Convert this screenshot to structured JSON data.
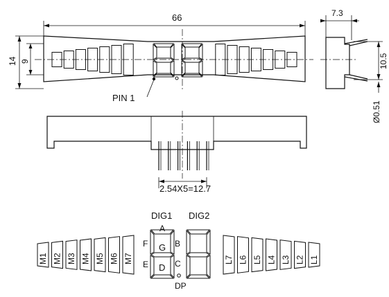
{
  "dimensions": {
    "width_label": "66",
    "height_outer_label": "14",
    "height_inner_label": "9",
    "side_width_label": "7.3",
    "side_height_label": "10.5",
    "pin_diameter_label": "Ø0.51",
    "pitch_label": "2.54X5=12.7",
    "pin1_label": "PIN 1"
  },
  "digits": {
    "dig1": "DIG1",
    "dig2": "DIG2"
  },
  "segments": {
    "a": "A",
    "b": "B",
    "c": "C",
    "d": "D",
    "e": "E",
    "f": "F",
    "g": "G",
    "dp": "DP"
  },
  "bars_left": [
    "M1",
    "M2",
    "M3",
    "M4",
    "M5",
    "M6",
    "M7"
  ],
  "bars_right": [
    "L7",
    "L6",
    "L5",
    "L4",
    "L3",
    "L2",
    "L1"
  ]
}
